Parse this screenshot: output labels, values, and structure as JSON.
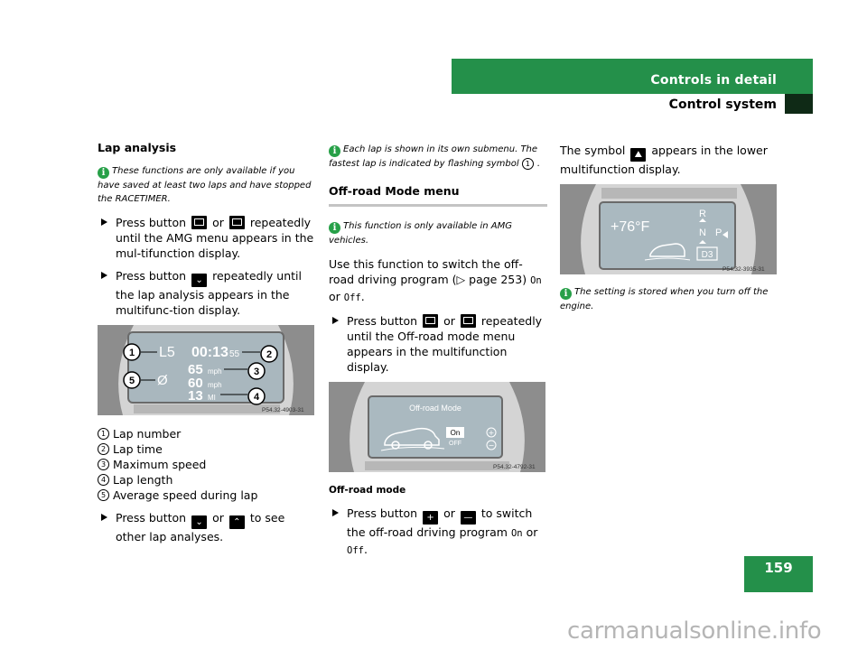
{
  "header": {
    "section": "Controls in detail",
    "subsection": "Control system",
    "page_number": "159"
  },
  "col1": {
    "heading": "Lap analysis",
    "note": "These functions are only available if you have saved at least two laps and have stopped the RACETIMER.",
    "step1_a": "Press button",
    "step1_or": "or",
    "step1_b": "repeatedly until the AMG menu appears in the mul-tifunction display.",
    "step2_a": "Press button",
    "step2_b": "repeatedly until the lap analysis appears in the multifunc-tion display.",
    "figure": {
      "lap": "L5",
      "time": "00:13",
      "time_hundredths": "55",
      "speed1": "65",
      "speed2": "60",
      "unit_speed": "mph",
      "length": "13",
      "unit_length": "MI",
      "avg_symbol": "Ø",
      "code": "P54.32-4903-31",
      "callouts": [
        "1",
        "2",
        "3",
        "4",
        "5"
      ]
    },
    "legend": [
      {
        "num": "1",
        "text": "Lap number"
      },
      {
        "num": "2",
        "text": "Lap time"
      },
      {
        "num": "3",
        "text": "Maximum speed"
      },
      {
        "num": "4",
        "text": "Lap length"
      },
      {
        "num": "5",
        "text": "Average speed during lap"
      }
    ],
    "step3_a": "Press button",
    "step3_or": "or",
    "step3_b": "to see other lap analyses."
  },
  "col2": {
    "note": "Each lap is shown in its own submenu. The fastest lap is indicated by flashing symbol",
    "note_num": "1",
    "note_end": ".",
    "heading": "Off-road Mode menu",
    "note2": "This function is only available in AMG vehicles.",
    "para_a": "Use this function to switch the off-road driving program (",
    "para_page": "page 253)",
    "para_on": "On",
    "para_or": "or",
    "para_off": "Off",
    "para_end": ".",
    "step1_a": "Press button",
    "step1_or": "or",
    "step1_b": "repeatedly until the Off-road mode menu appears in the multifunction display.",
    "figure": {
      "title": "Off-road Mode",
      "on": "On",
      "off": "OFF",
      "code": "P54.32-4792-31"
    },
    "caption": "Off-road mode",
    "step2_a": "Press button",
    "step2_or": "or",
    "step2_b": "to switch the off-road driving program",
    "step2_on": "On",
    "step2_or2": "or",
    "step2_off": "Off",
    "step2_end": "."
  },
  "col3": {
    "para_a": "The symbol",
    "para_b": "appears in the lower multifunction display.",
    "figure": {
      "temp": "+76°F",
      "gear_r": "R",
      "gear_n": "N",
      "gear_p": "P",
      "gear_d": "D3",
      "code": "P54.32-3935-31"
    },
    "note": "The setting is stored when you turn off the engine."
  },
  "watermark": "carmanualsonline.info",
  "colors": {
    "accent_green": "#24904a",
    "info_green": "#27a048"
  }
}
